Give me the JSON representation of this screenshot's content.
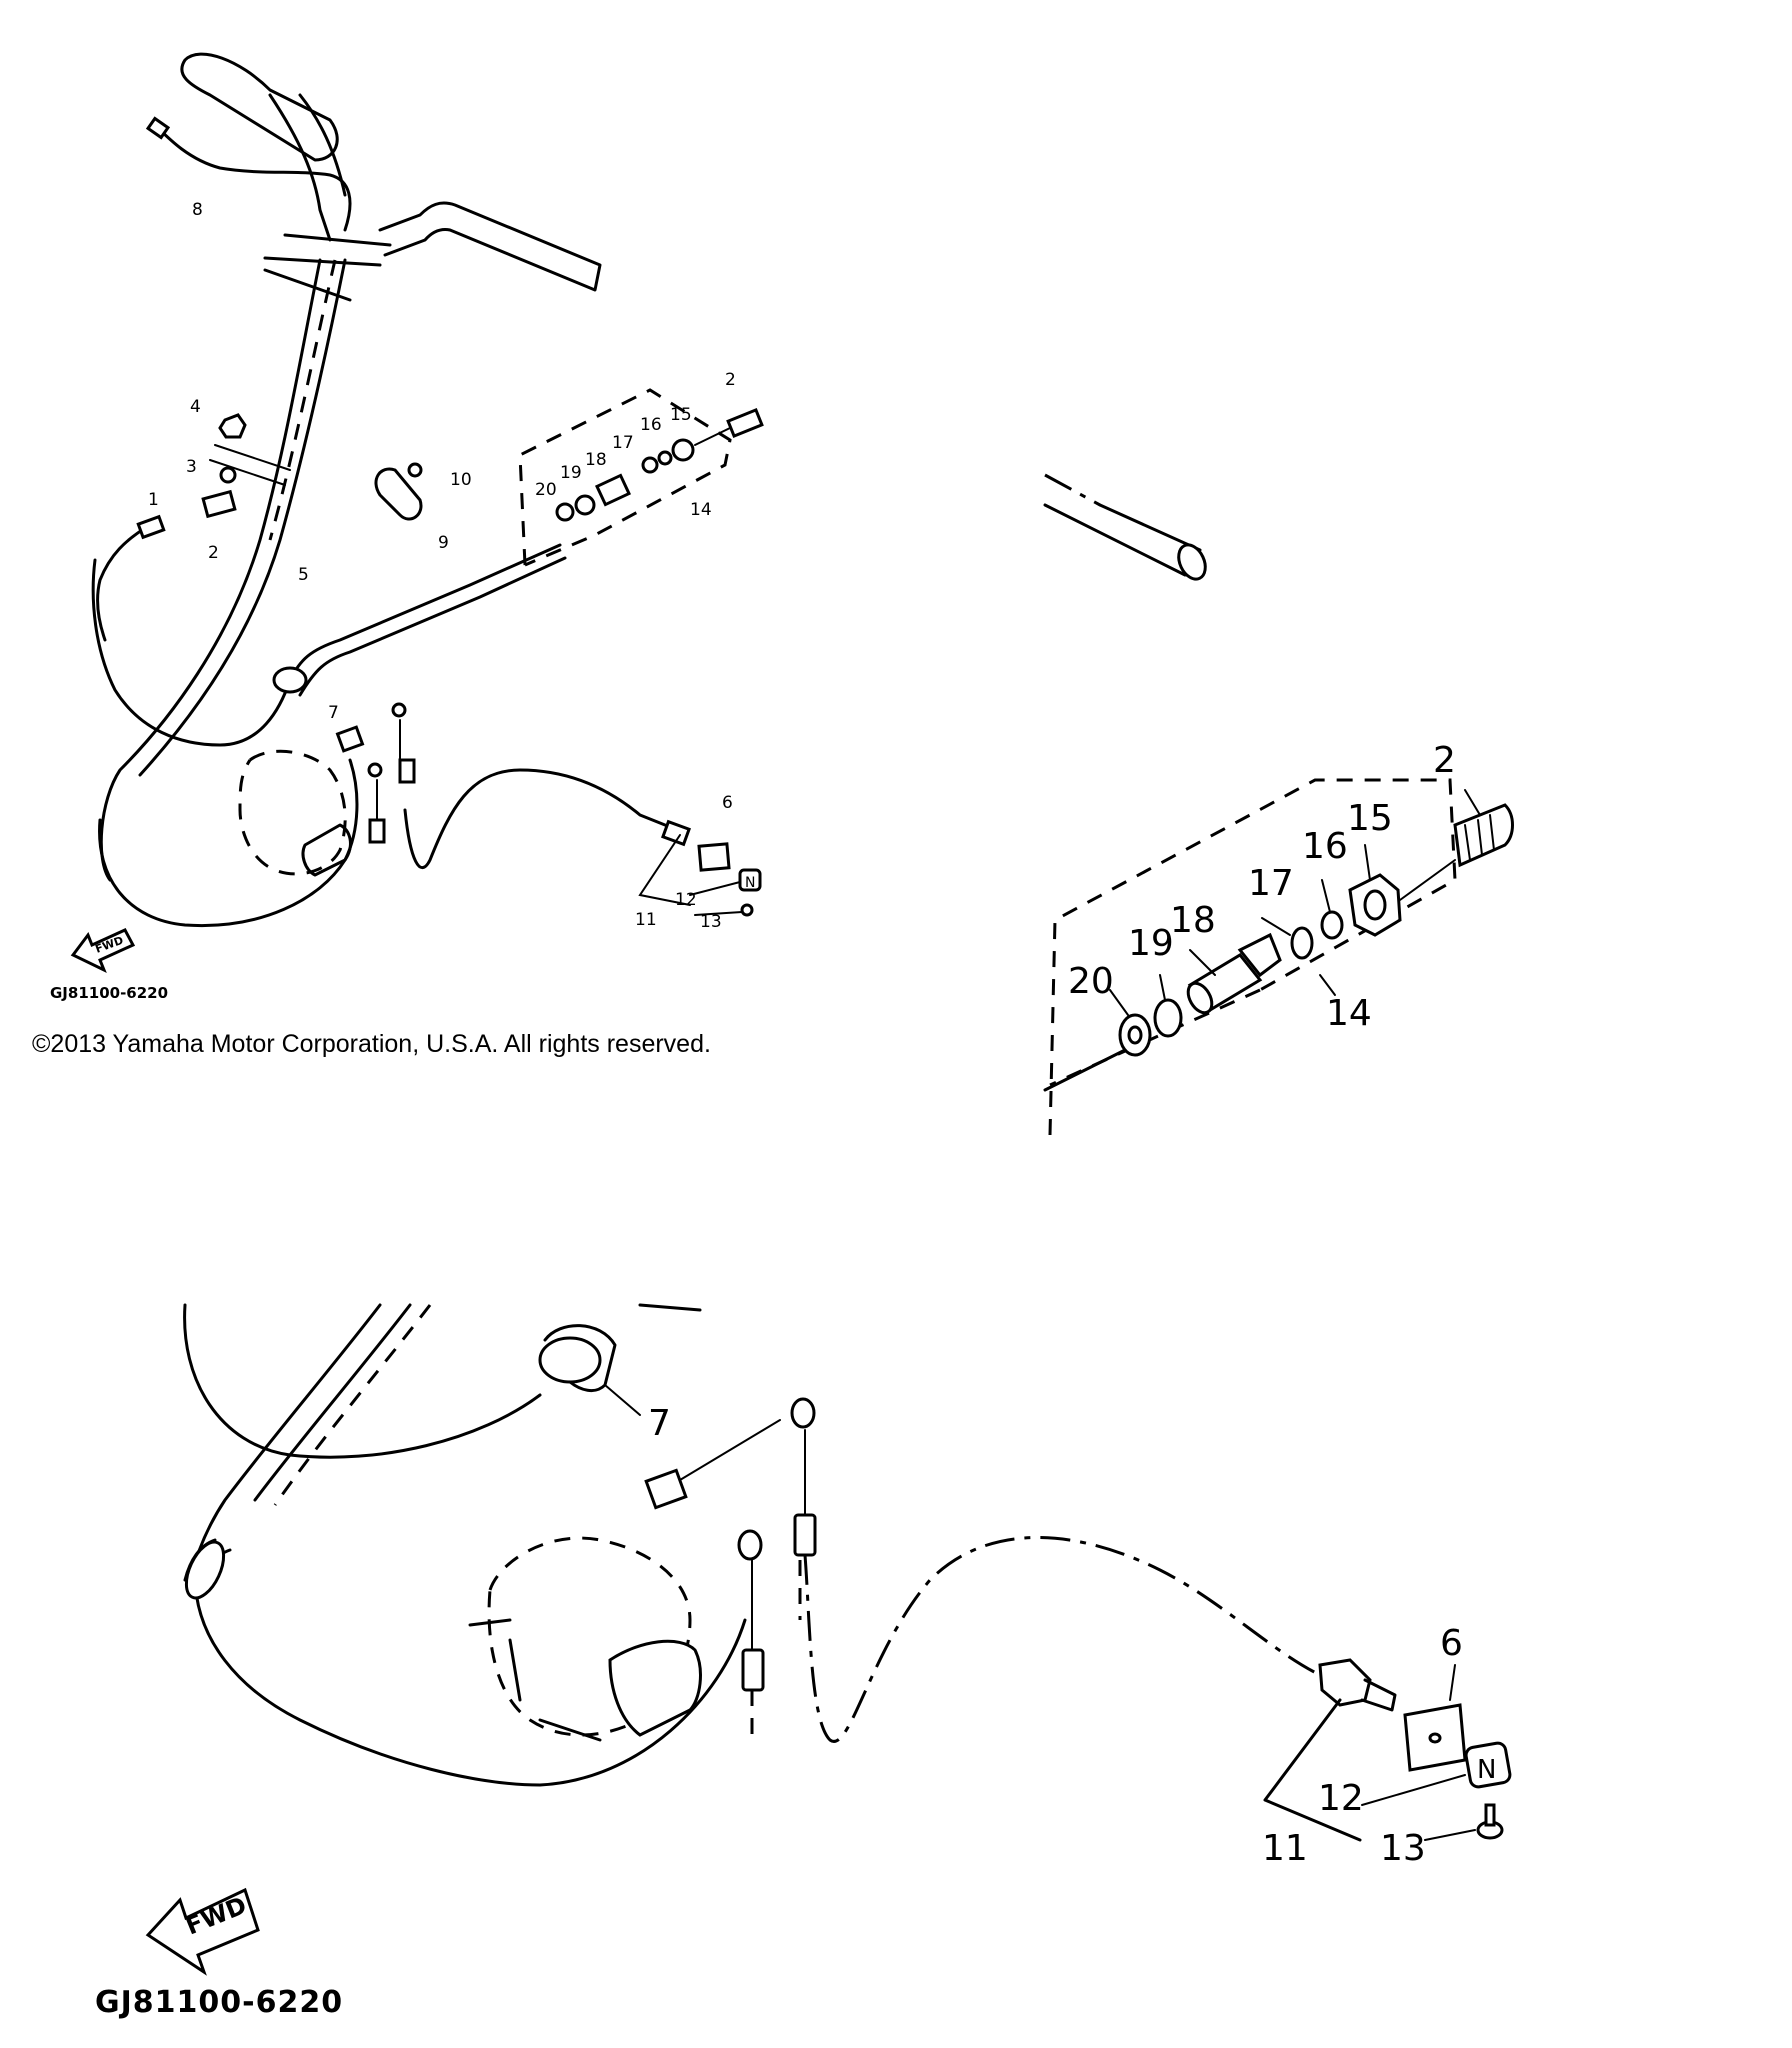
{
  "overview": {
    "labels": {
      "p1": "1",
      "p2a": "2",
      "p2b": "2",
      "p3": "3",
      "p4": "4",
      "p5": "5",
      "p6": "6",
      "p7": "7",
      "p8": "8",
      "p9": "9",
      "p10": "10",
      "p11": "11",
      "p12": "12",
      "p13": "13",
      "p14": "14",
      "p15": "15",
      "p16": "16",
      "p17": "17",
      "p18": "18",
      "p19": "19",
      "p20": "20"
    },
    "fwd": "FWD",
    "code": "GJ81100-6220"
  },
  "copyright": "©2013 Yamaha Motor Corporation, U.S.A. All rights reserved.",
  "detail_top": {
    "labels": {
      "p2": "2",
      "p14": "14",
      "p15": "15",
      "p16": "16",
      "p17": "17",
      "p18": "18",
      "p19": "19",
      "p20": "20"
    }
  },
  "detail_bottom": {
    "labels": {
      "p6": "6",
      "p7": "7",
      "p11": "11",
      "p12": "12",
      "p13": "13"
    },
    "switch_letter": "N",
    "fwd": "FWD",
    "code": "GJ81100-6220"
  }
}
